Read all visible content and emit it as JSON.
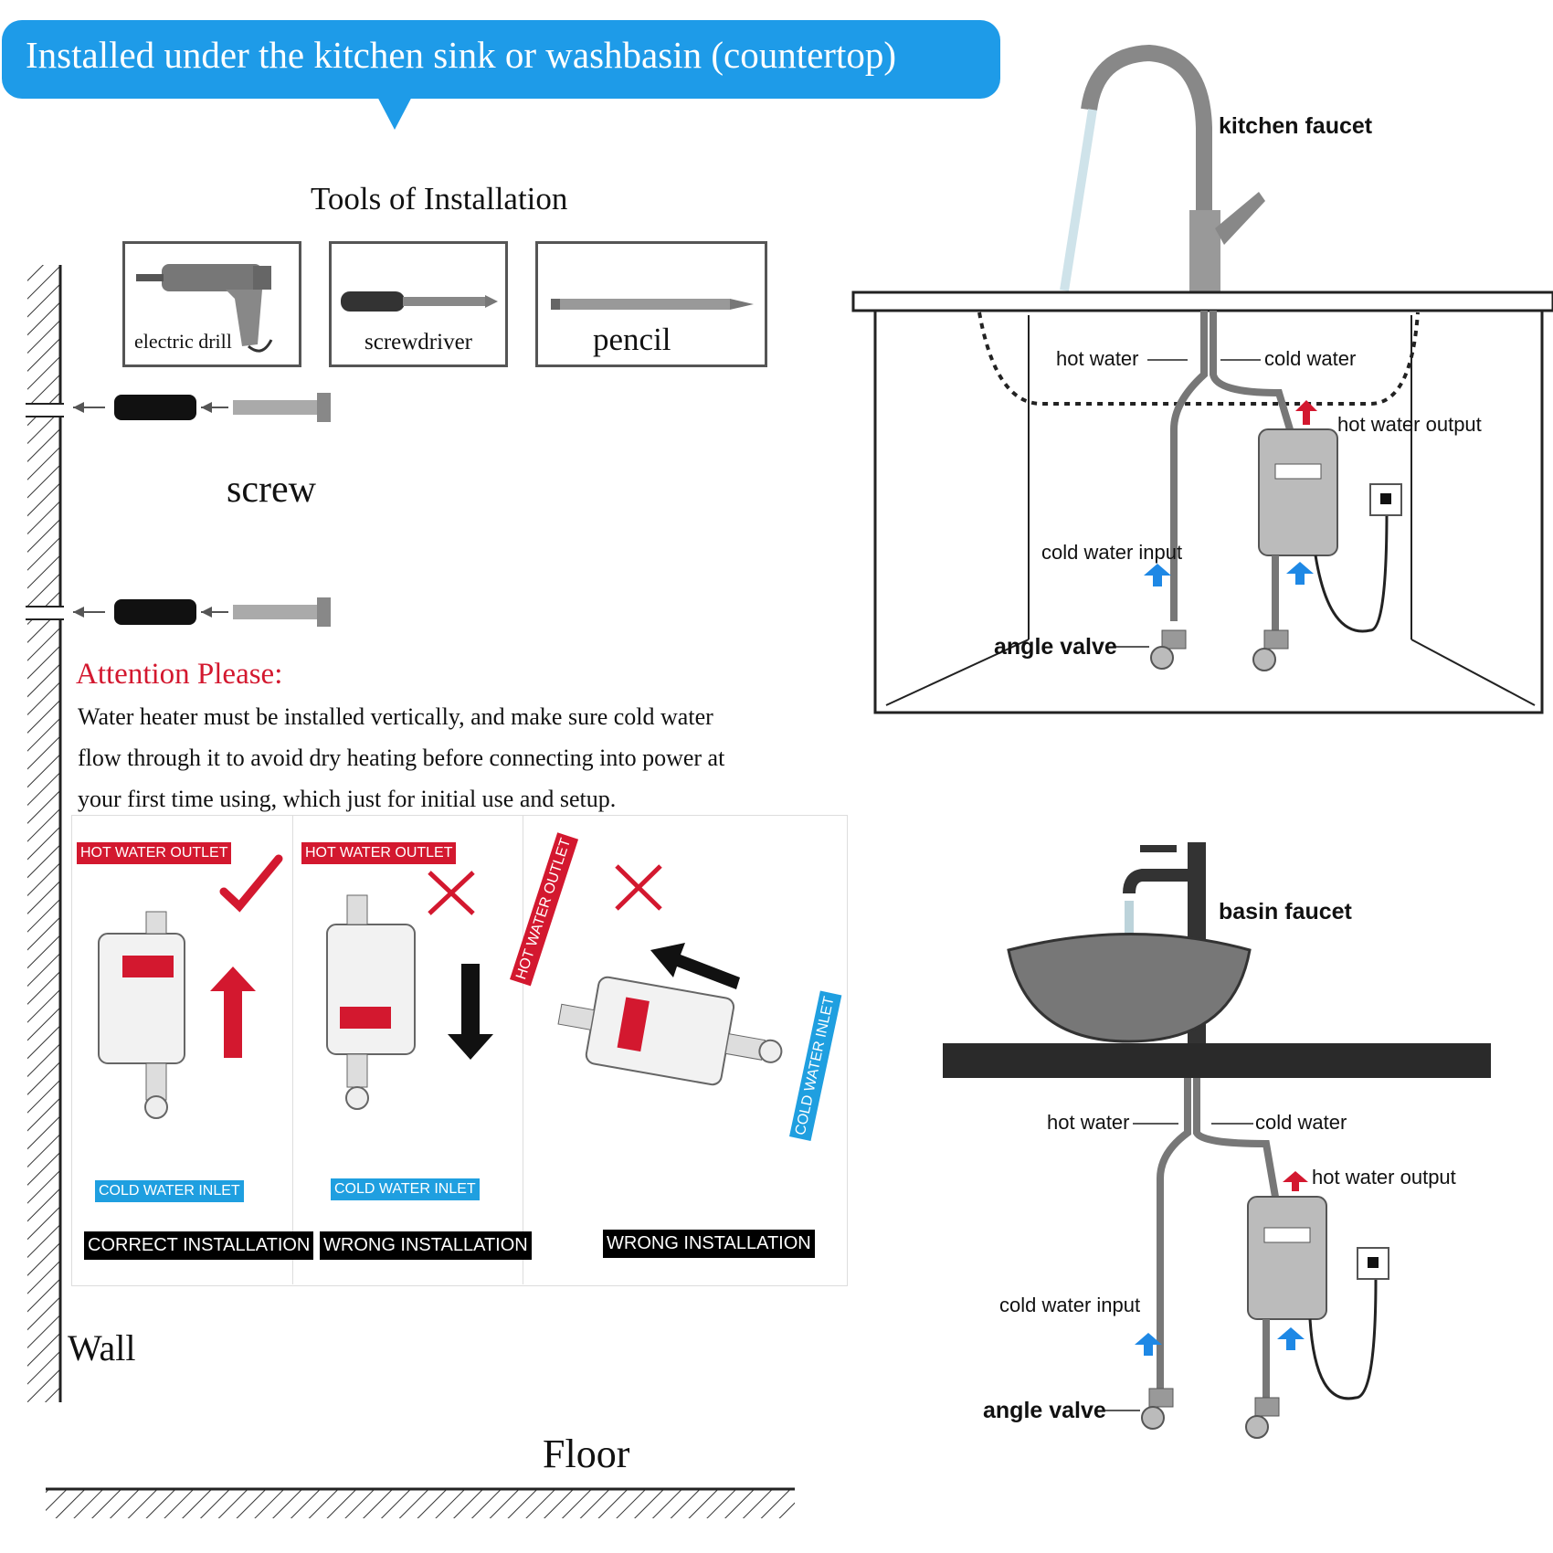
{
  "banner": {
    "title": "Installed under the kitchen sink or washbasin (countertop)"
  },
  "tools": {
    "heading": "Tools of Installation",
    "items": [
      {
        "label": "electric drill",
        "icon": "drill-icon"
      },
      {
        "label": "screwdriver",
        "icon": "screwdriver-icon"
      },
      {
        "label": "pencil",
        "icon": "pencil-icon"
      }
    ],
    "screw_label": "screw"
  },
  "attention": {
    "title": "Attention Please:",
    "lines": [
      "Water heater must be installed vertically, and make sure cold water",
      "flow through it to avoid dry heating before connecting into power at",
      "your first time using, which just for initial use and setup."
    ]
  },
  "orientation": {
    "panels": [
      {
        "outlet": "HOT WATER OUTLET",
        "inlet": "COLD WATER INLET",
        "verdict": "CORRECT INSTALLATION",
        "mark": "check-icon"
      },
      {
        "outlet": "HOT WATER OUTLET",
        "inlet": "COLD WATER INLET",
        "verdict": "WRONG INSTALLATION",
        "mark": "cross-icon"
      },
      {
        "outlet": "HOT WATER OUTLET",
        "inlet": "COLD WATER INLET",
        "verdict": "WRONG INSTALLATION",
        "mark": "cross-icon"
      }
    ]
  },
  "wall_label": "Wall",
  "floor_label": "Floor",
  "kitchen": {
    "faucet": "kitchen faucet",
    "hot_water": "hot water",
    "cold_water": "cold water",
    "hot_output": "hot water output",
    "cold_input": "cold water input",
    "angle_valve": "angle valve"
  },
  "basin": {
    "faucet": "basin faucet",
    "hot_water": "hot water",
    "cold_water": "cold water",
    "hot_output": "hot water output",
    "cold_input": "cold water input",
    "angle_valve": "angle valve"
  },
  "colors": {
    "banner": "#1e9be8",
    "red": "#d3182f",
    "blue": "#1f9fe0",
    "arrow_blue": "#1e88e5",
    "arrow_red": "#d3182f"
  }
}
